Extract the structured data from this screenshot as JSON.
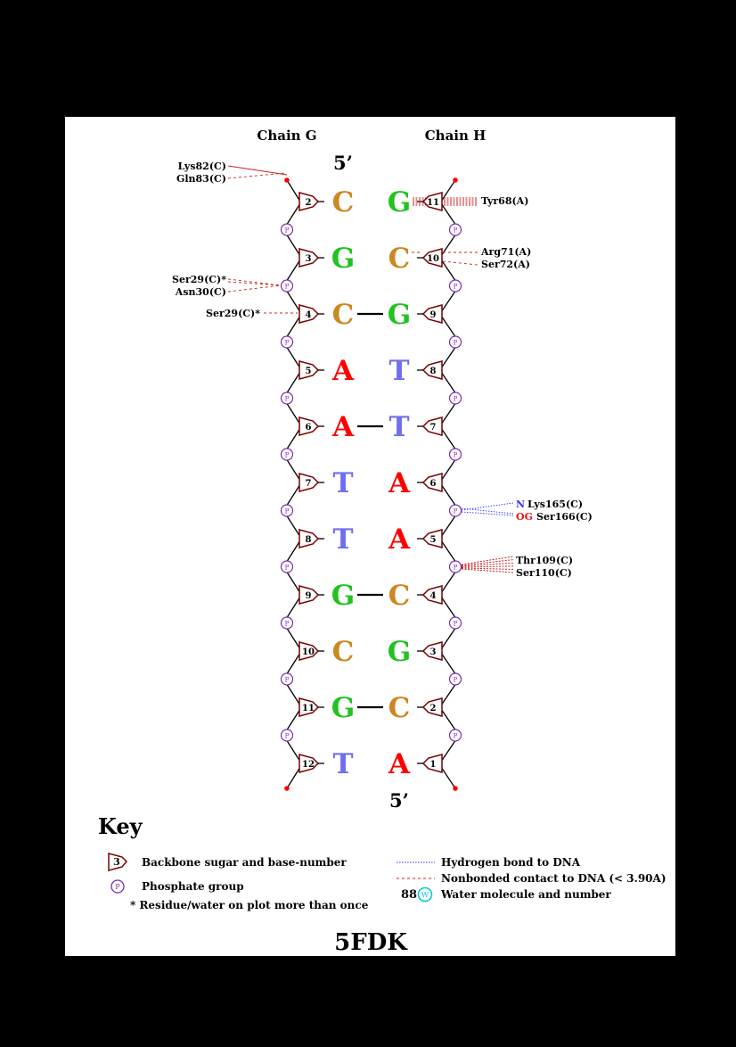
{
  "chains": {
    "left": "Chain G",
    "right": "Chain H",
    "five_prime_top": "5’",
    "five_prime_bottom": "5’"
  },
  "colors": {
    "A": "#ff0000",
    "T": "#6f6ff0",
    "G": "#22c222",
    "C": "#cc8822",
    "sugar": "#7a0000",
    "phosphate": "#7d2ab5",
    "hbond": "#3333ff",
    "nonbonded": "#cc2222",
    "water": "#00c8d8",
    "end_dot": "#ff0000"
  },
  "left_strand": [
    {
      "num": "2",
      "base": "C",
      "pair": false
    },
    {
      "num": "3",
      "base": "G",
      "pair": false
    },
    {
      "num": "4",
      "base": "C",
      "pair": true
    },
    {
      "num": "5",
      "base": "A",
      "pair": false
    },
    {
      "num": "6",
      "base": "A",
      "pair": true
    },
    {
      "num": "7",
      "base": "T",
      "pair": false
    },
    {
      "num": "8",
      "base": "T",
      "pair": false
    },
    {
      "num": "9",
      "base": "G",
      "pair": true
    },
    {
      "num": "10",
      "base": "C",
      "pair": false
    },
    {
      "num": "11",
      "base": "G",
      "pair": true
    },
    {
      "num": "12",
      "base": "T",
      "pair": false
    }
  ],
  "right_strand": [
    {
      "num": "11",
      "base": "G"
    },
    {
      "num": "10",
      "base": "C"
    },
    {
      "num": "9",
      "base": "G"
    },
    {
      "num": "8",
      "base": "T"
    },
    {
      "num": "7",
      "base": "T"
    },
    {
      "num": "6",
      "base": "A"
    },
    {
      "num": "5",
      "base": "A"
    },
    {
      "num": "4",
      "base": "C"
    },
    {
      "num": "3",
      "base": "G"
    },
    {
      "num": "2",
      "base": "C"
    },
    {
      "num": "1",
      "base": "A"
    }
  ],
  "phosphate_label": "P",
  "contacts": [
    {
      "label": "Lys82(C)"
    },
    {
      "label": "Gln83(C)"
    },
    {
      "label": "Ser29(C)*"
    },
    {
      "label": "Asn30(C)"
    },
    {
      "label": "Ser29(C)*"
    },
    {
      "label": "Tyr68(A)"
    },
    {
      "label": "Arg71(A)"
    },
    {
      "label": "Ser72(A)"
    },
    {
      "atom": "N",
      "label": "Lys165(C)"
    },
    {
      "atom": "OG",
      "label": "Ser166(C)"
    },
    {
      "label": "Thr109(C)"
    },
    {
      "label": "Ser110(C)"
    }
  ],
  "key": {
    "title": "Key",
    "sugar_num": "3",
    "sugar_text": "Backbone sugar and base-number",
    "phosphate_text": "Phosphate group",
    "repeat_text": "* Residue/water on plot more than once",
    "hbond_text": "Hydrogen bond to DNA",
    "nonbonded_text": "Nonbonded contact to DNA (< 3.90A)",
    "water_num": "88",
    "water_symbol": "W",
    "water_text": "Water molecule and number"
  },
  "pdb_id": "5FDK"
}
